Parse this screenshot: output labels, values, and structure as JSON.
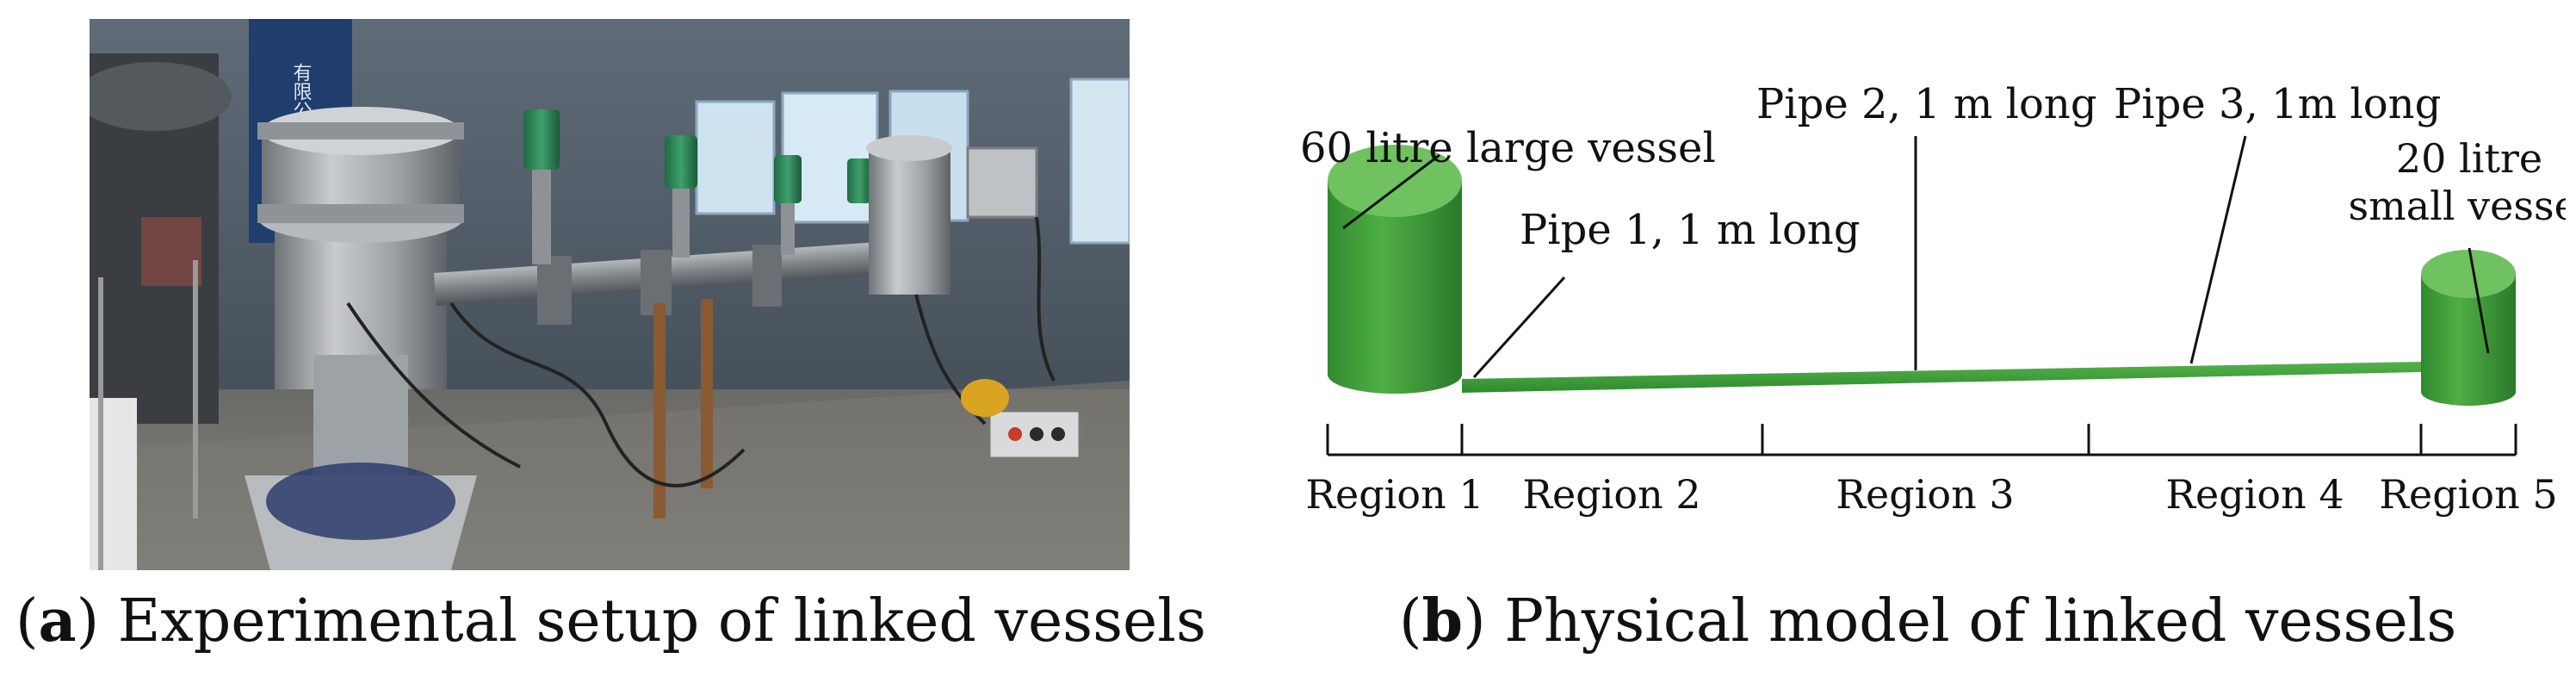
{
  "panel_a": {
    "caption_letter": "a",
    "caption_text": "Experimental setup of linked vessels",
    "photo_signage": "有限公司"
  },
  "panel_b": {
    "caption_letter": "b",
    "caption_text": "Physical model of linked vessels",
    "large_vessel_label": "60 litre large vessel",
    "small_vessel_label_line1": "20 litre",
    "small_vessel_label_line2": "small vessel",
    "pipe1_label": "Pipe 1, 1 m long",
    "pipe2_label": "Pipe 2, 1 m long",
    "pipe3_label": "Pipe 3, 1m long",
    "regions": [
      "Region 1",
      "Region 2",
      "Region 3",
      "Region 4",
      "Region 5"
    ],
    "colors": {
      "vessel_body": "#3f9a3a",
      "vessel_top": "#6fc25f",
      "vessel_shadow": "#2a7a2a",
      "pipe": "#3b9a35",
      "leader": "#111111"
    }
  }
}
